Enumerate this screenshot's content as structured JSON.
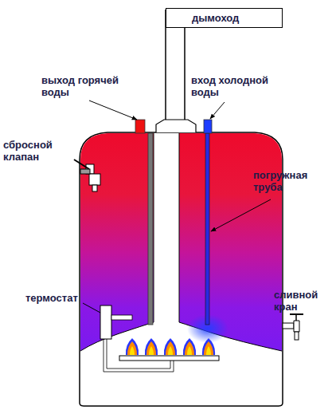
{
  "diagram": {
    "nodes": [
      {
        "text": [
          "дымоход"
        ]
      }
    ],
    "labels": [
      "выход горячей воды",
      "вход холодной воды",
      "сбросной клапан",
      "погружная труба",
      "термостат",
      "сливной кран"
    ]
  }
}
